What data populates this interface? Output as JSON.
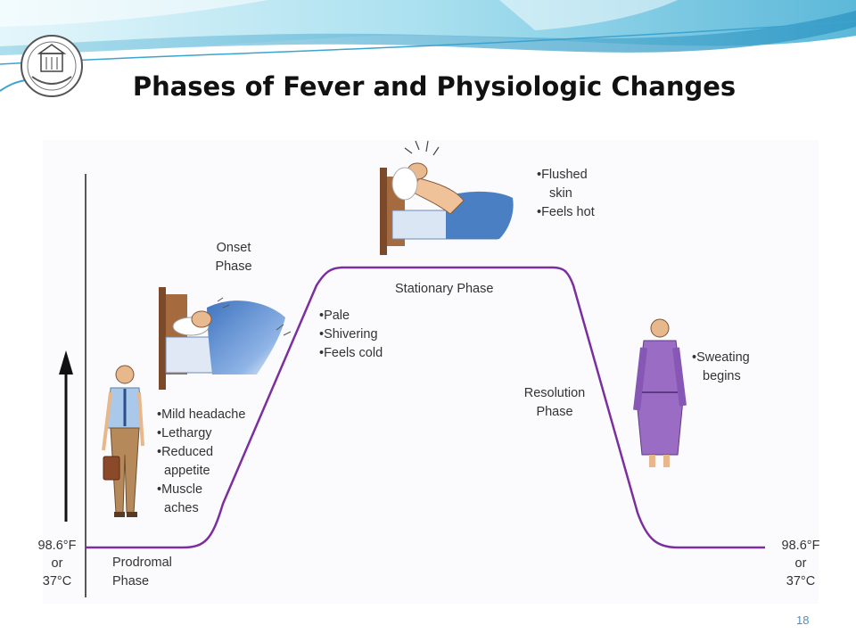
{
  "slide": {
    "title": "Phases of Fever and Physiologic Changes",
    "page_number": "18"
  },
  "diagram": {
    "temp_left": {
      "f": "98.6°F",
      "or": "or",
      "c": "37°C"
    },
    "temp_right": {
      "f": "98.6°F",
      "or": "or",
      "c": "37°C"
    },
    "phases": {
      "prodromal": [
        "Prodromal",
        "Phase"
      ],
      "onset": [
        "Onset",
        "Phase"
      ],
      "stationary": "Stationary Phase",
      "resolution": [
        "Resolution",
        "Phase"
      ]
    },
    "prodromal_symptoms": [
      "•Mild headache",
      "•Lethargy",
      "•Reduced",
      "appetite",
      "•Muscle",
      "aches"
    ],
    "onset_symptoms": [
      "•Pale",
      "•Shivering",
      "•Feels cold"
    ],
    "stationary_symptoms": [
      "•Flushed",
      "skin",
      "•Feels hot"
    ],
    "resolution_symptoms": [
      "•Sweating",
      "begins"
    ]
  },
  "colors": {
    "curve": "#7b2f9e",
    "axis": "#222222",
    "banner_light": "#cdeff7",
    "banner_mid": "#8fd6ea",
    "banner_dark": "#3fa9cf",
    "robe": "#9b6cc4",
    "blanket": "#4a7fc4"
  }
}
